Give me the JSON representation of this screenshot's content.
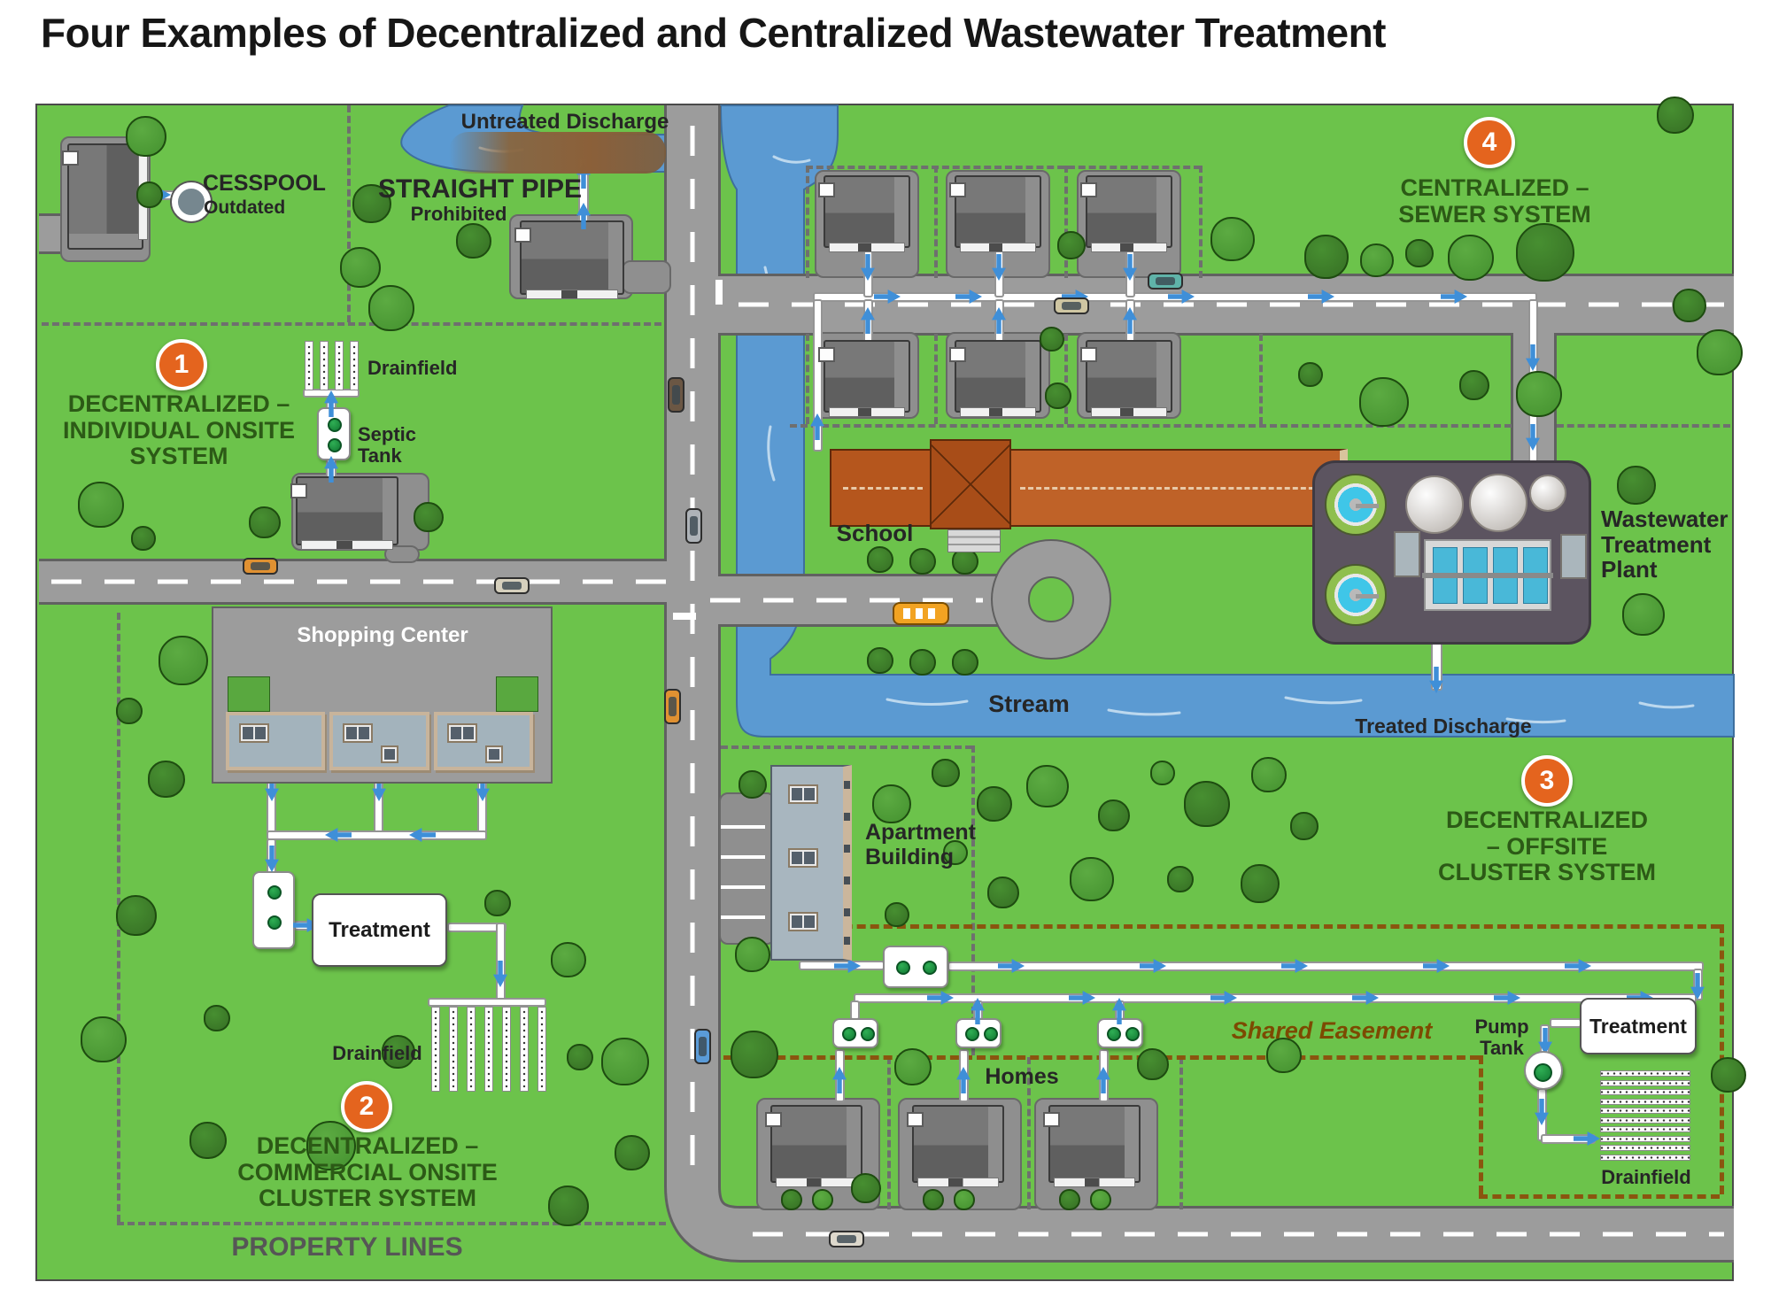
{
  "title": "Four Examples of Decentralized and Centralized Wastewater Treatment",
  "systems": [
    {
      "number": "1",
      "name": "DECENTRALIZED – INDIVIDUAL ONSITE SYSTEM"
    },
    {
      "number": "2",
      "name": "DECENTRALIZED – COMMERCIAL ONSITE CLUSTER SYSTEM"
    },
    {
      "number": "3",
      "name": "DECENTRALIZED – OFFSITE CLUSTER SYSTEM"
    },
    {
      "number": "4",
      "name": "CENTRALIZED – SEWER SYSTEM"
    }
  ],
  "labels": {
    "cesspool": "CESSPOOL",
    "cesspool_status": "Outdated",
    "straight_pipe": "STRAIGHT PIPE",
    "straight_pipe_status": "Prohibited",
    "untreated_discharge": "Untreated Discharge",
    "drainfield_1": "Drainfield",
    "septic_tank": "Septic Tank",
    "shopping_center": "Shopping Center",
    "treatment_2": "Treatment",
    "drainfield_2": "Drainfield",
    "property_lines": "PROPERTY LINES",
    "school": "School",
    "stream": "Stream",
    "treated_discharge": "Treated Discharge",
    "wwtp": "Wastewater Treatment Plant",
    "apartment": "Apartment Building",
    "homes": "Homes",
    "shared_easement": "Shared Easement",
    "pump_tank": "Pump Tank",
    "treatment_3": "Treatment",
    "drainfield_3": "Drainfield"
  },
  "colors": {
    "accent_orange": "#e4641e",
    "label_green": "#2c5a16",
    "flow_blue": "#3f8fd8",
    "easement_brown": "#8a550f",
    "water_blue": "#5b9ad2",
    "polluted_brown": "#8a6a45",
    "grass_green": "#6cc34b"
  }
}
